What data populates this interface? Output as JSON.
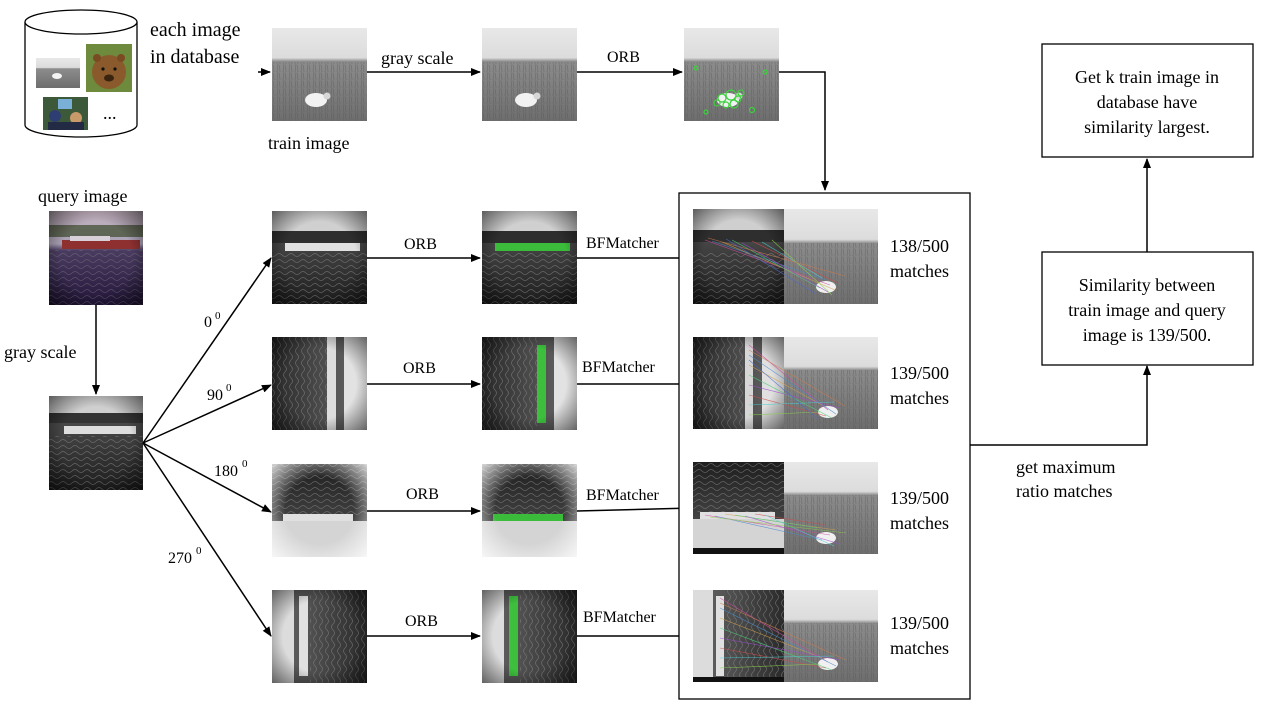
{
  "database": {
    "caption_line1": "each image",
    "caption_line2": "in database",
    "ellipsis": "..."
  },
  "train_row": {
    "train_image_label": "train image",
    "step1_label": "gray scale",
    "step2_label": "ORB"
  },
  "query": {
    "query_image_label": "query image",
    "gray_scale_label": "gray scale"
  },
  "rotations": [
    {
      "angle": "0",
      "orb_label": "ORB",
      "matcher_label": "BFMatcher",
      "matches_ratio": "138/500",
      "matches_word": "matches"
    },
    {
      "angle": "90",
      "orb_label": "ORB",
      "matcher_label": "BFMatcher",
      "matches_ratio": "139/500",
      "matches_word": "matches"
    },
    {
      "angle": "180",
      "orb_label": "ORB",
      "matcher_label": "BFMatcher",
      "matches_ratio": "139/500",
      "matches_word": "matches"
    },
    {
      "angle": "270",
      "orb_label": "ORB",
      "matcher_label": "BFMatcher",
      "matches_ratio": "139/500",
      "matches_word": "matches"
    }
  ],
  "degree_symbol": "0",
  "max_step": {
    "line1": "get maximum",
    "line2": "ratio matches"
  },
  "similarity_box": {
    "line1": "Similarity between",
    "line2": "train image and query",
    "line3": "image is 139/500."
  },
  "result_box": {
    "line1": "Get k train image in",
    "line2": "database have",
    "line3": "similarity largest."
  },
  "colors": {
    "lines": "#000000",
    "keypoint": "#3ad23a",
    "sky_query": "#b9a7b8",
    "water_query": "#3a2a55"
  }
}
